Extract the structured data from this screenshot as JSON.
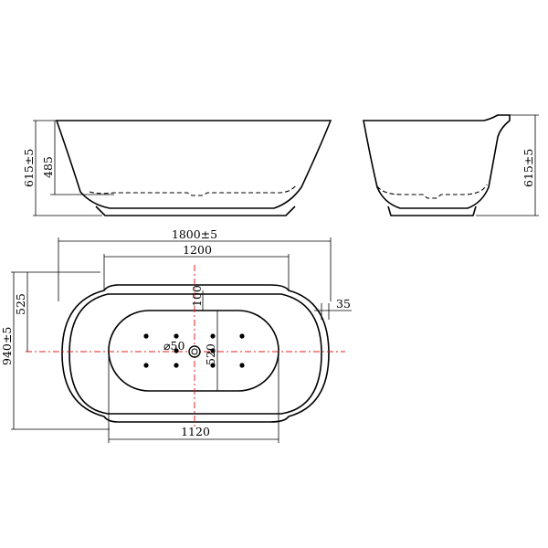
{
  "drawing": {
    "colors": {
      "line": "#000000",
      "centerline": "#e02020",
      "background": "#ffffff"
    },
    "side_view": {
      "height_total": "615±5",
      "inner_depth": "485"
    },
    "end_view": {
      "height_total": "615±5"
    },
    "plan_view": {
      "overall_length": "1800±5",
      "top_length": "1200",
      "overall_width": "940±5",
      "half_width": "525",
      "rim_to_floor": "100",
      "rim_thickness": "35",
      "drain": "⌀50",
      "floor_width": "520",
      "floor_length": "1120"
    }
  }
}
